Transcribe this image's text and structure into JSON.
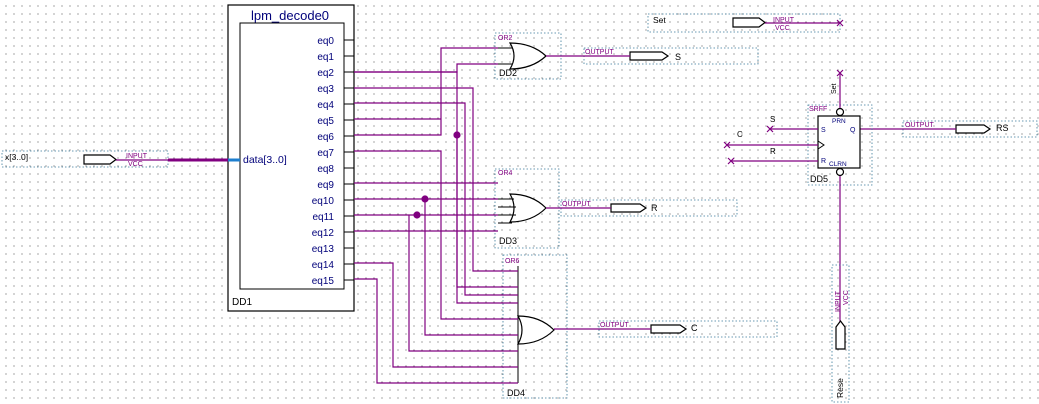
{
  "decoder": {
    "title": "lpm_decode0",
    "ref": "DD1",
    "input_port": "data[3..0]",
    "outputs": [
      "eq0",
      "eq1",
      "eq2",
      "eq3",
      "eq4",
      "eq5",
      "eq6",
      "eq7",
      "eq8",
      "eq9",
      "eq10",
      "eq11",
      "eq12",
      "eq13",
      "eq14",
      "eq15"
    ]
  },
  "input_pin": {
    "name": "x[3..0]",
    "type": "INPUT",
    "vcc": "VCC"
  },
  "set_pin": {
    "name": "Set",
    "type": "INPUT",
    "vcc": "VCC"
  },
  "reset_pin": {
    "name": "Rese",
    "type": "INPUT",
    "vcc": "VCC"
  },
  "gates": [
    {
      "ref": "DD2",
      "type": "OR2"
    },
    {
      "ref": "DD3",
      "type": "OR4"
    },
    {
      "ref": "DD4",
      "type": "OR6"
    }
  ],
  "flipflop": {
    "type": "SRFF",
    "ref": "DD5",
    "prn": "PRN",
    "clrn": "CLRN",
    "s": "S",
    "r": "R",
    "q": "Q"
  },
  "outputs": [
    {
      "name": "S",
      "type": "OUTPUT"
    },
    {
      "name": "R",
      "type": "OUTPUT"
    },
    {
      "name": "C",
      "type": "OUTPUT"
    },
    {
      "name": "RS",
      "type": "OUTPUT"
    }
  ],
  "net_labels": {
    "set": "Set",
    "s": "S",
    "c": "C",
    "r": "R"
  }
}
